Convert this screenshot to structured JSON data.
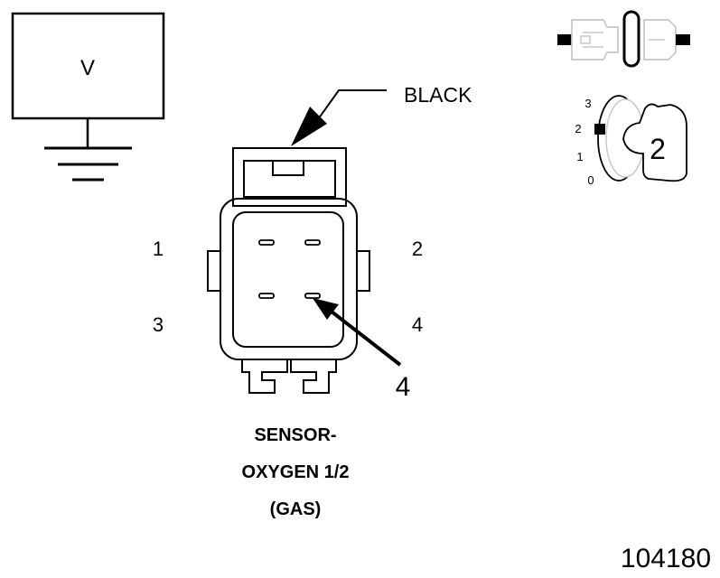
{
  "meter": {
    "label": "V"
  },
  "connector": {
    "color_label": "BLACK",
    "pins": {
      "p1": "1",
      "p2": "2",
      "p3": "3",
      "p4": "4"
    },
    "callout_pin": "4"
  },
  "sensor_name": {
    "line1": "SENSOR-",
    "line2": "OXYGEN 1/2",
    "line3": "(GAS)"
  },
  "key_switch": {
    "positions": {
      "p3": "3",
      "p2": "2",
      "p1": "1",
      "p0": "0"
    },
    "selected": "2"
  },
  "figure_number": "104180",
  "colors": {
    "line": "#000000",
    "light_gray": "#c8c8c8",
    "background": "#ffffff"
  }
}
